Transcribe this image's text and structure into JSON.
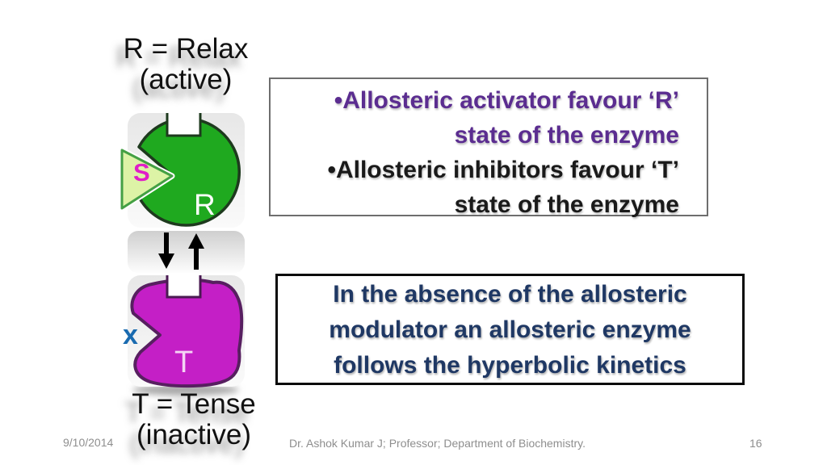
{
  "slide": {
    "title_top": {
      "line1": "R = Relax",
      "line2": "(active)"
    },
    "title_bottom": {
      "line1": "T = Tense",
      "line2": "(inactive)"
    },
    "diagram": {
      "substrate_label": "S",
      "relaxed_state_label": "R",
      "tense_state_label": "T",
      "inhibitor_label": "x"
    },
    "info_box": {
      "bullet1_line1": "•Allosteric activator favour ‘R’",
      "bullet1_line2": "state of the enzyme",
      "bullet2_line1": "•Allosteric inhibitors favour ‘T’",
      "bullet2_line2": "state of the enzyme"
    },
    "note_box": {
      "line1": "In the absence of the allosteric",
      "line2": "modulator an allosteric enzyme",
      "line3": "follows the hyperbolic kinetics"
    },
    "footer": {
      "date": "9/10/2014",
      "credit": "Dr. Ashok Kumar J; Professor; Department of Biochemistry.",
      "page": "16"
    },
    "colors": {
      "active_green": "#1fa91f",
      "enzyme_outline_green": "#1e3a1e",
      "tense_magenta": "#c41fc6",
      "tense_outline_purple": "#571f60",
      "substrate_fill": "#ddf3a6",
      "substrate_letter_magenta": "#e01ec8",
      "inhibitor_blue": "#1a6bb0",
      "bullet1_purple": "#5b2d90",
      "bullet2_black": "#1a1a1a",
      "note_navy": "#1f3864",
      "footer_gray": "#8e8e8e"
    }
  }
}
